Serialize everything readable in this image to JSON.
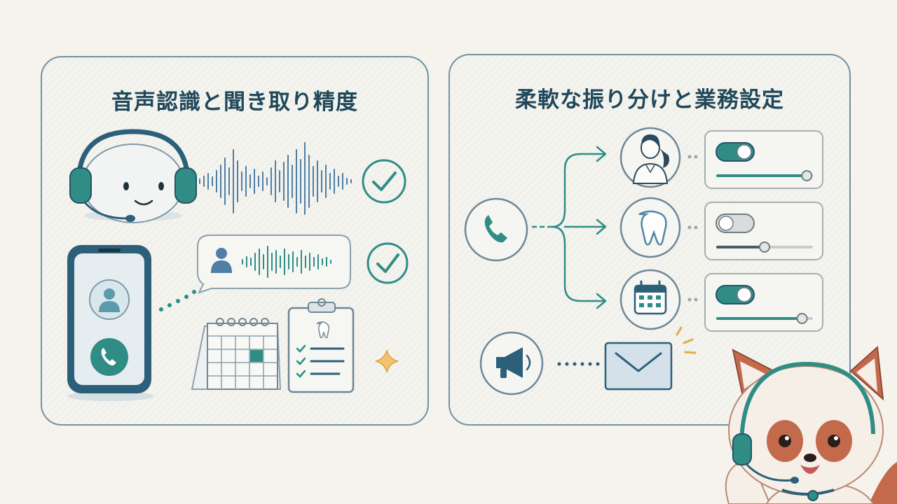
{
  "left_panel": {
    "title": "音声認識と聞き取り精度"
  },
  "right_panel": {
    "title": "柔軟な振り分けと業務設定"
  },
  "toggles": [
    {
      "state": "on",
      "level": 0.95
    },
    {
      "state": "off",
      "level": 0.5
    },
    {
      "state": "on",
      "level": 0.9
    }
  ],
  "colors": {
    "teal": "#2f8d86",
    "navy": "#2c5f7a",
    "panel_border": "#6f93a3",
    "title": "#20485a",
    "accent_orange": "#e8a84a",
    "mascot_red": "#c46a4c"
  }
}
